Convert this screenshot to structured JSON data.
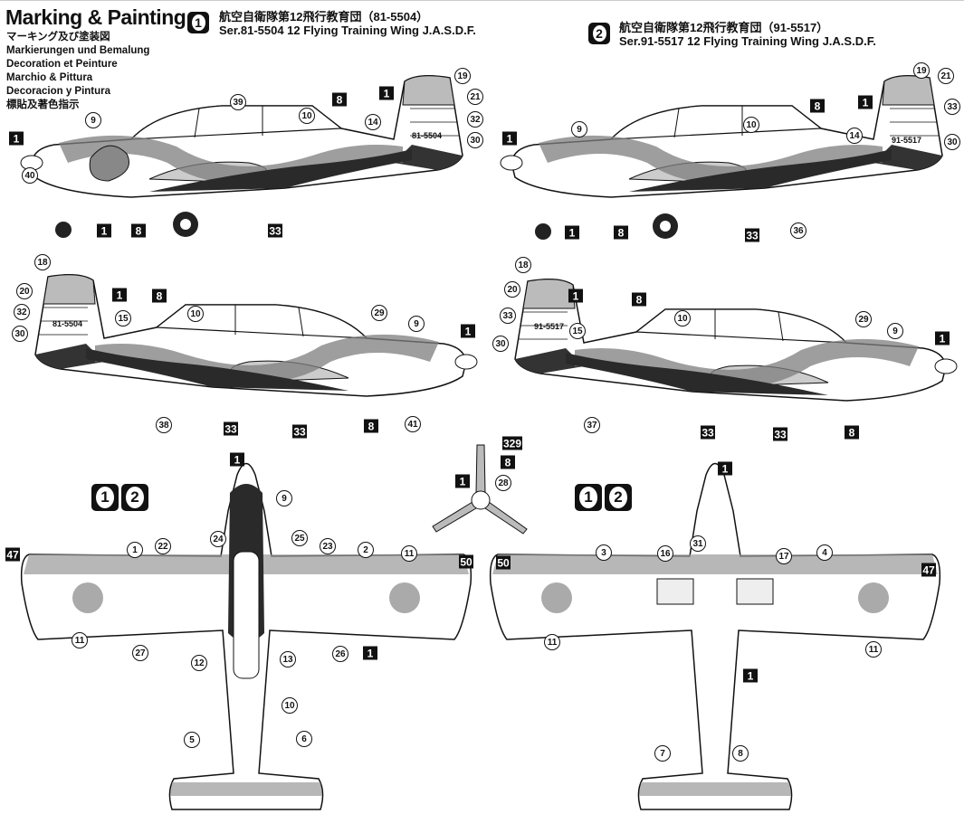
{
  "header": {
    "title": "Marking & Painting",
    "subtitles": [
      "マーキング及び塗装図",
      "Markierungen und Bemalung",
      "Decoration et Peinture",
      "Marchio & Pittura",
      "Decoracion y Pintura",
      "標貼及著色指示"
    ]
  },
  "schemes": [
    {
      "badge": "1",
      "title_jp": "航空自衛隊第12飛行教育団（81-5504）",
      "title_en": "Ser.81-5504 12 Flying Training Wing J.A.S.D.F.",
      "tail_number": "81-5504"
    },
    {
      "badge": "2",
      "title_jp": "航空自衛隊第12飛行教育団（91-5517）",
      "title_en": "Ser.91-5517 12 Flying Training Wing J.A.S.D.F.",
      "tail_number": "91-5517"
    }
  ],
  "colors": {
    "dark": "#2a2a2a",
    "mid": "#7d7d7d",
    "light": "#c9c9c9",
    "paper": "#ffffff"
  },
  "callouts": {
    "side1": [
      [
        "9",
        "c"
      ],
      [
        "1",
        "s"
      ],
      [
        "39",
        "c"
      ],
      [
        "10",
        "c"
      ],
      [
        "8",
        "s"
      ],
      [
        "1",
        "s"
      ],
      [
        "19",
        "c"
      ],
      [
        "21",
        "c"
      ],
      [
        "14",
        "c"
      ],
      [
        "32",
        "c"
      ],
      [
        "30",
        "c"
      ],
      [
        "40",
        "c"
      ],
      [
        "1",
        "s"
      ],
      [
        "8",
        "s"
      ],
      [
        "33",
        "s"
      ]
    ],
    "side2": [
      [
        "1",
        "s"
      ],
      [
        "9",
        "c"
      ],
      [
        "10",
        "c"
      ],
      [
        "8",
        "s"
      ],
      [
        "1",
        "s"
      ],
      [
        "19",
        "c"
      ],
      [
        "21",
        "c"
      ],
      [
        "33",
        "c"
      ],
      [
        "14",
        "c"
      ],
      [
        "30",
        "c"
      ],
      [
        "1",
        "s"
      ],
      [
        "8",
        "s"
      ],
      [
        "33",
        "s"
      ],
      [
        "36",
        "c"
      ]
    ],
    "side3": [
      [
        "18",
        "c"
      ],
      [
        "20",
        "c"
      ],
      [
        "1",
        "s"
      ],
      [
        "8",
        "s"
      ],
      [
        "10",
        "c"
      ],
      [
        "32",
        "c"
      ],
      [
        "15",
        "c"
      ],
      [
        "30",
        "c"
      ],
      [
        "29",
        "c"
      ],
      [
        "9",
        "c"
      ],
      [
        "1",
        "s"
      ],
      [
        "38",
        "c"
      ],
      [
        "33",
        "s"
      ],
      [
        "33",
        "s"
      ],
      [
        "8",
        "s"
      ],
      [
        "41",
        "c"
      ]
    ],
    "side4": [
      [
        "18",
        "c"
      ],
      [
        "20",
        "c"
      ],
      [
        "1",
        "s"
      ],
      [
        "8",
        "s"
      ],
      [
        "10",
        "c"
      ],
      [
        "33",
        "c"
      ],
      [
        "15",
        "c"
      ],
      [
        "30",
        "c"
      ],
      [
        "29",
        "c"
      ],
      [
        "9",
        "c"
      ],
      [
        "1",
        "s"
      ],
      [
        "37",
        "c"
      ],
      [
        "33",
        "s"
      ],
      [
        "33",
        "s"
      ],
      [
        "8",
        "s"
      ]
    ],
    "top": [
      [
        "1",
        "s"
      ],
      [
        "9",
        "c"
      ],
      [
        "24",
        "c"
      ],
      [
        "25",
        "c"
      ],
      [
        "22",
        "c"
      ],
      [
        "23",
        "c"
      ],
      [
        "1",
        "c"
      ],
      [
        "2",
        "c"
      ],
      [
        "11",
        "c"
      ],
      [
        "47",
        "s"
      ],
      [
        "50",
        "s"
      ],
      [
        "11",
        "c"
      ],
      [
        "27",
        "c"
      ],
      [
        "12",
        "c"
      ],
      [
        "13",
        "c"
      ],
      [
        "26",
        "c"
      ],
      [
        "1",
        "s"
      ],
      [
        "10",
        "c"
      ],
      [
        "5",
        "c"
      ],
      [
        "6",
        "c"
      ]
    ],
    "bottom": [
      [
        "1",
        "s"
      ],
      [
        "31",
        "c"
      ],
      [
        "3",
        "c"
      ],
      [
        "16",
        "c"
      ],
      [
        "17",
        "c"
      ],
      [
        "4",
        "c"
      ],
      [
        "50",
        "s"
      ],
      [
        "47",
        "s"
      ],
      [
        "11",
        "c"
      ],
      [
        "11",
        "c"
      ],
      [
        "1",
        "s"
      ],
      [
        "7",
        "c"
      ],
      [
        "8",
        "c"
      ]
    ],
    "prop": [
      [
        "329",
        "s"
      ],
      [
        "8",
        "s"
      ],
      [
        "1",
        "s"
      ],
      [
        "28",
        "c"
      ]
    ]
  }
}
